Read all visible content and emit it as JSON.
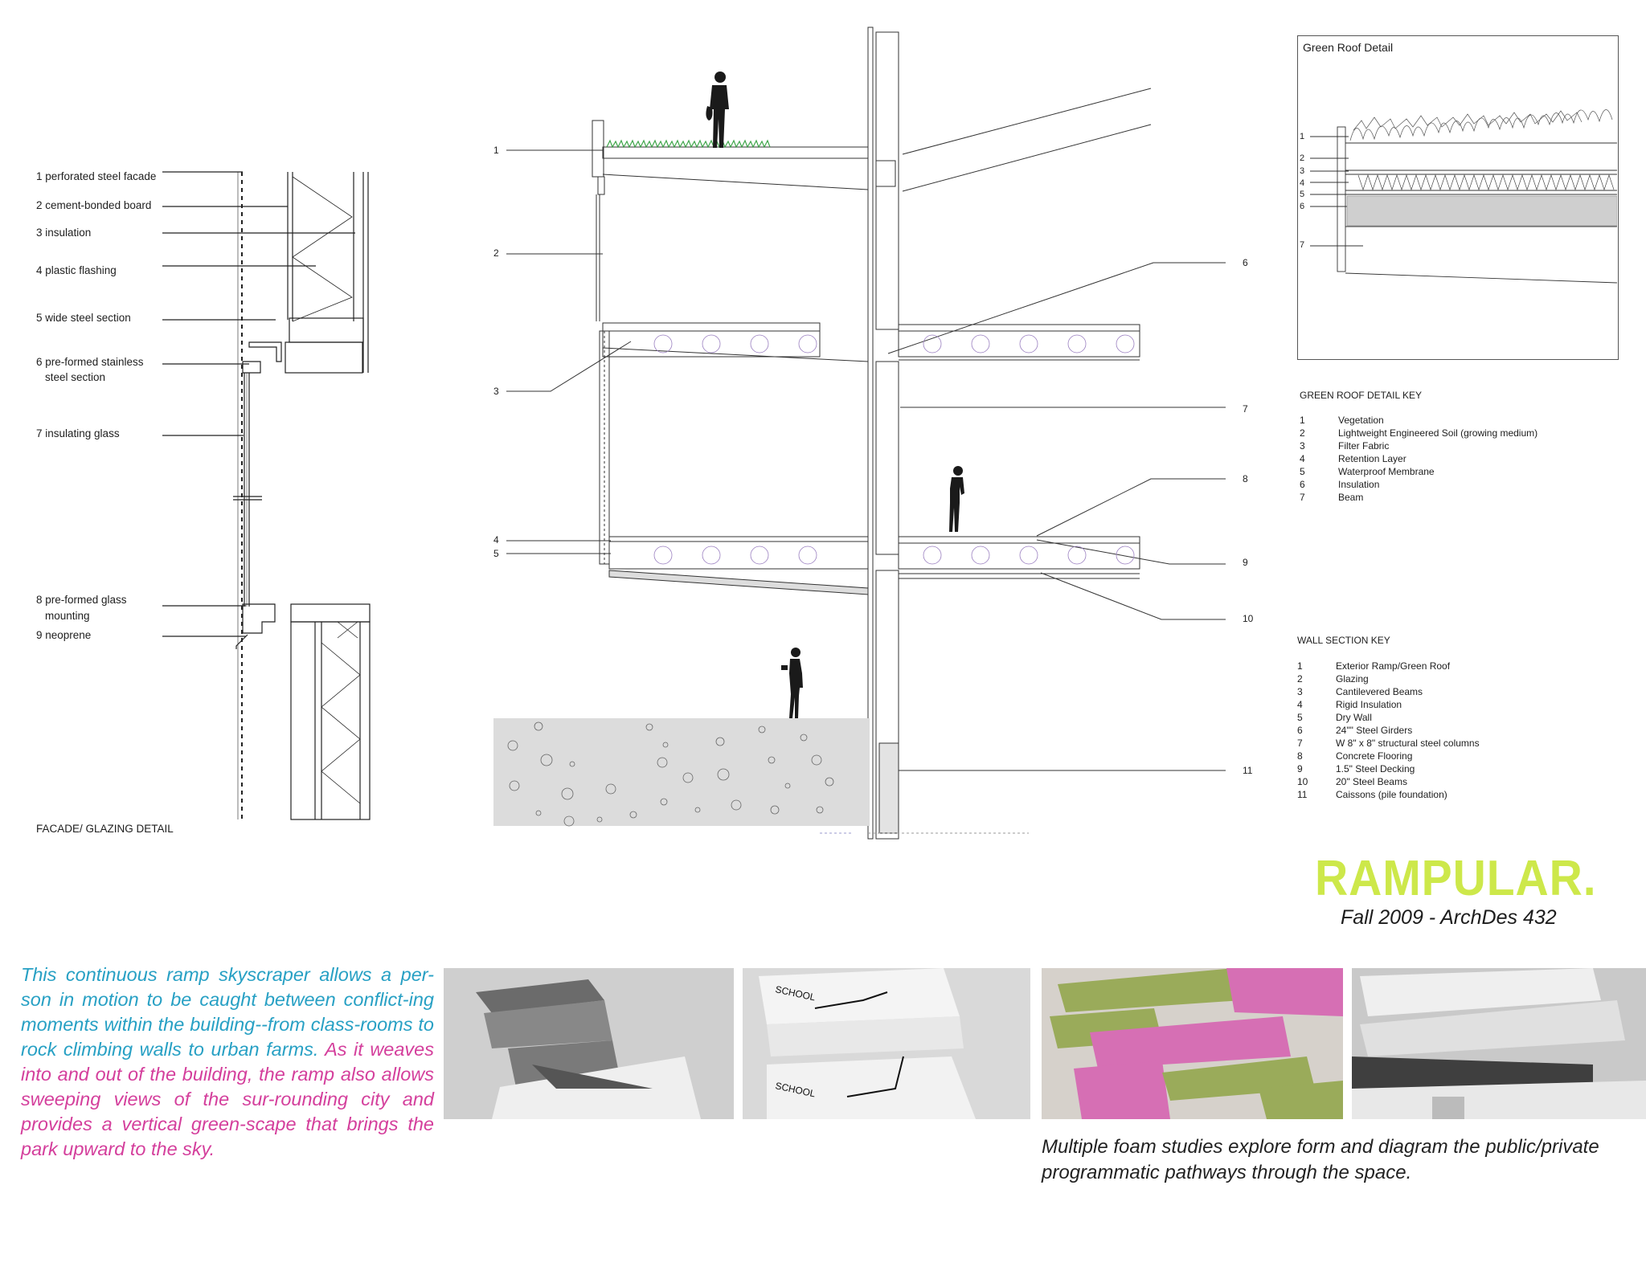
{
  "facade": {
    "labels": [
      "1 perforated steel facade",
      "2 cement-bonded board",
      "3 insulation",
      "4 plastic flashing",
      "5 wide steel section",
      "6 pre-formed stainless",
      "steel section",
      "7 insulating glass",
      "8 pre-formed glass",
      "mounting",
      "9 neoprene"
    ],
    "caption": "FACADE/ GLAZING DETAIL"
  },
  "section": {
    "left_nums": [
      "1",
      "2",
      "3",
      "4",
      "5"
    ],
    "right_nums": [
      "6",
      "7",
      "8",
      "9",
      "10",
      "11"
    ]
  },
  "green_roof": {
    "title": "Green Roof Detail",
    "nums": [
      "1",
      "2",
      "3",
      "4",
      "5",
      "6",
      "7"
    ],
    "key_title": "GREEN ROOF DETAIL KEY",
    "key": [
      {
        "n": "1",
        "t": "Vegetation"
      },
      {
        "n": "2",
        "t": "Lightweight Engineered Soil (growing medium)"
      },
      {
        "n": "3",
        "t": "Filter Fabric"
      },
      {
        "n": "4",
        "t": "Retention Layer"
      },
      {
        "n": "5",
        "t": "Waterproof Membrane"
      },
      {
        "n": "6",
        "t": "Insulation"
      },
      {
        "n": "7",
        "t": "Beam"
      }
    ]
  },
  "wall_key": {
    "title": "WALL SECTION KEY",
    "items": [
      {
        "n": "1",
        "t": "Exterior Ramp/Green Roof"
      },
      {
        "n": "2",
        "t": "Glazing"
      },
      {
        "n": "3",
        "t": "Cantilevered  Beams"
      },
      {
        "n": "4",
        "t": "Rigid Insulation"
      },
      {
        "n": "5",
        "t": "Dry Wall"
      },
      {
        "n": "6",
        "t": "24\"\" Steel Girders"
      },
      {
        "n": "7",
        "t": "W 8\" x  8\" structural steel columns"
      },
      {
        "n": "8",
        "t": "Concrete Flooring"
      },
      {
        "n": "9",
        "t": "1.5\" Steel Decking"
      },
      {
        "n": "10",
        "t": "20\" Steel Beams"
      },
      {
        "n": "11",
        "t": "Caissons (pile foundation)"
      }
    ]
  },
  "project": {
    "title": "RAMPULAR.",
    "subtitle": "Fall 2009 - ArchDes 432",
    "para_cyan": "This continuous ramp skyscraper allows a per-son in motion to be caught between conflict-ing moments within the building--from class-rooms to rock climbing walls to urban farms.",
    "para_magenta": "As it weaves into and out of the building, the ramp also allows sweeping views of the sur-rounding city and provides a vertical green-scape that brings the park upward to the sky.",
    "caption": "Multiple foam studies explore form and diagram the public/private programmatic pathways through the space.",
    "model_text_1": "SCHOOL",
    "model_text_2": "SCHOOL"
  },
  "colors": {
    "title_green": "#cde84a",
    "cyan_text": "#27a0c4",
    "magenta_text": "#d43f9c",
    "foam_green": "#9aab5a",
    "foam_pink": "#d66fb4"
  }
}
